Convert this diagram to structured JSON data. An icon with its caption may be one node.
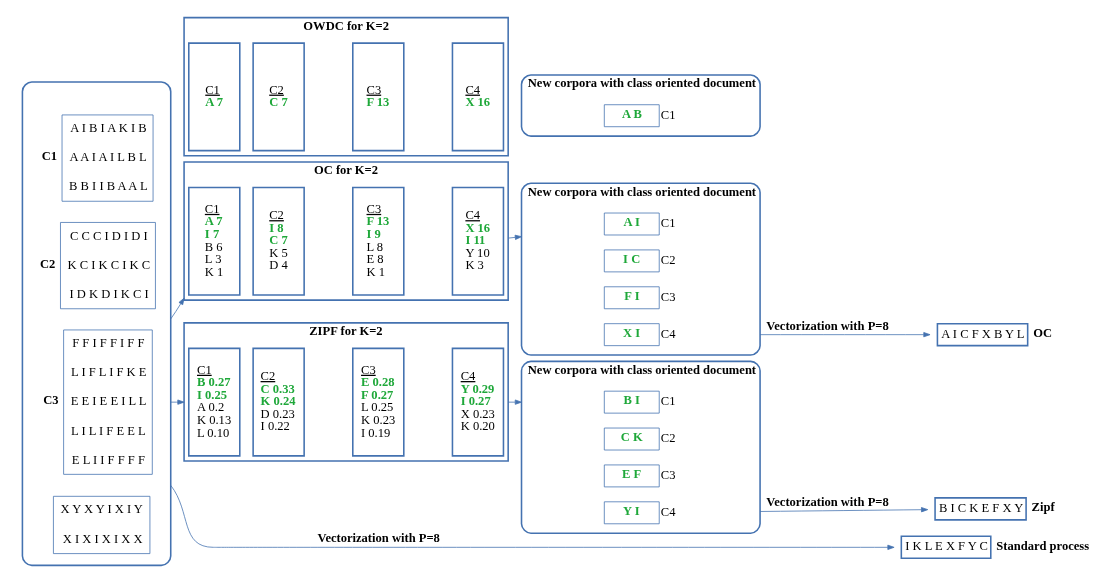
{
  "diagram": {
    "nodes": [
      {
        "text": [],
        "shape": "box"
      },
      {
        "text": [
          "C1",
          "A I B I A K I B",
          "A A I A I L B L",
          "B B I I B A A L"
        ],
        "in": 0
      },
      {
        "text": [
          "C2",
          "C C C I D I D I",
          "K C I K C I K C",
          "I D K D I K C I"
        ],
        "in": 0
      },
      {
        "text": [
          "C3",
          "F F I F F I F F",
          "L I F L I F K E",
          "E E I E E I L L",
          "L I L I F E E L",
          "E L I I F F F F"
        ],
        "in": 0
      },
      {
        "text": [
          "X Y X Y I X I Y",
          "X I X I X I X X"
        ],
        "in": 0
      },
      {
        "text": [
          "I K L E X F Y C"
        ],
        "beside": [
          "Standard process"
        ]
      },
      {
        "text": [
          "OC for K=2"
        ]
      },
      {
        "text": [
          "C1",
          "A 7",
          "I 7",
          "B 6",
          "L 3",
          "K 1"
        ],
        "in": 6
      },
      {
        "text": [
          "C2",
          "I 8",
          "C 7",
          "K 5",
          "D 4"
        ],
        "in": 6
      },
      {
        "text": [
          "C3",
          "F 13",
          "I 9",
          "L 8",
          "E 8",
          "K 1"
        ],
        "in": 6
      },
      {
        "text": [
          "C4",
          "X 16",
          "I 11",
          "Y 10",
          "K 3"
        ],
        "in": 6
      },
      {
        "text": [
          "New corpora with class oriented document"
        ]
      },
      {
        "text": [
          "A I"
        ],
        "beside": [
          "C1"
        ],
        "in": 11
      },
      {
        "text": [
          "I C"
        ],
        "beside": [
          "C2"
        ],
        "in": 11
      },
      {
        "text": [
          "F I"
        ],
        "beside": [
          "C3"
        ],
        "in": 11
      },
      {
        "text": [
          "X I"
        ],
        "beside": [
          "C4"
        ],
        "in": 11
      },
      {
        "text": [
          "A I C F X B Y L"
        ],
        "beside": [
          "OC"
        ]
      },
      {
        "text": [
          "ZIPF for K=2"
        ]
      },
      {
        "text": [
          "C1",
          "B 0.27",
          "I 0.25",
          "A 0.2",
          "K 0.13",
          "L 0.10"
        ],
        "in": 17
      },
      {
        "text": [
          "C2",
          "C 0.33",
          "K 0.24",
          "D 0.23",
          "I 0.22"
        ],
        "in": 17
      },
      {
        "text": [
          "C3",
          "E 0.28",
          "F 0.27",
          "L 0.25",
          "K 0.23",
          "I 0.19"
        ],
        "in": 17
      },
      {
        "text": [
          "C4",
          "Y 0.29",
          "I 0.27",
          "X 0.23",
          "K 0.20"
        ],
        "in": 17
      },
      {
        "text": [
          "New corpora with class oriented document"
        ]
      },
      {
        "text": [
          "B I"
        ],
        "beside": [
          "C1"
        ],
        "in": 22
      },
      {
        "text": [
          "C K"
        ],
        "beside": [
          "C2"
        ],
        "in": 22
      },
      {
        "text": [
          "E F"
        ],
        "beside": [
          "C3"
        ],
        "in": 22
      },
      {
        "text": [
          "Y I"
        ],
        "beside": [
          "C4"
        ],
        "in": 22
      },
      {
        "text": [
          "B I C K E F X Y"
        ],
        "beside": [
          "Zipf"
        ]
      },
      {
        "text": [
          "OWDC for K=2"
        ]
      },
      {
        "text": [
          "C1",
          "A 7"
        ],
        "in": 28
      },
      {
        "text": [
          "C2",
          "C 7"
        ],
        "in": 28
      },
      {
        "text": [
          "C3",
          "F 13"
        ],
        "in": 28
      },
      {
        "text": [
          "C4",
          "X 16"
        ],
        "in": 28
      },
      {
        "text": [
          "New corpora with class oriented document"
        ]
      },
      {
        "text": [
          "A B"
        ],
        "beside": [
          "C1"
        ],
        "in": 33
      }
    ],
    "edges": [
      {
        "from": 0,
        "to": 5,
        "arrow": "to",
        "label": "Vectorization with P=8"
      },
      {
        "from": 0,
        "to": 6,
        "arrow": "to"
      },
      {
        "from": 6,
        "to": 11,
        "arrow": "to"
      },
      {
        "from": 11,
        "to": 16,
        "arrow": "to",
        "label": "Vectorization with P=8"
      },
      {
        "from": 0,
        "to": 17,
        "arrow": "to"
      },
      {
        "from": 17,
        "to": 22,
        "arrow": "to"
      },
      {
        "from": 22,
        "to": 27,
        "arrow": "to",
        "label": "Vectorization with P=8"
      }
    ]
  }
}
